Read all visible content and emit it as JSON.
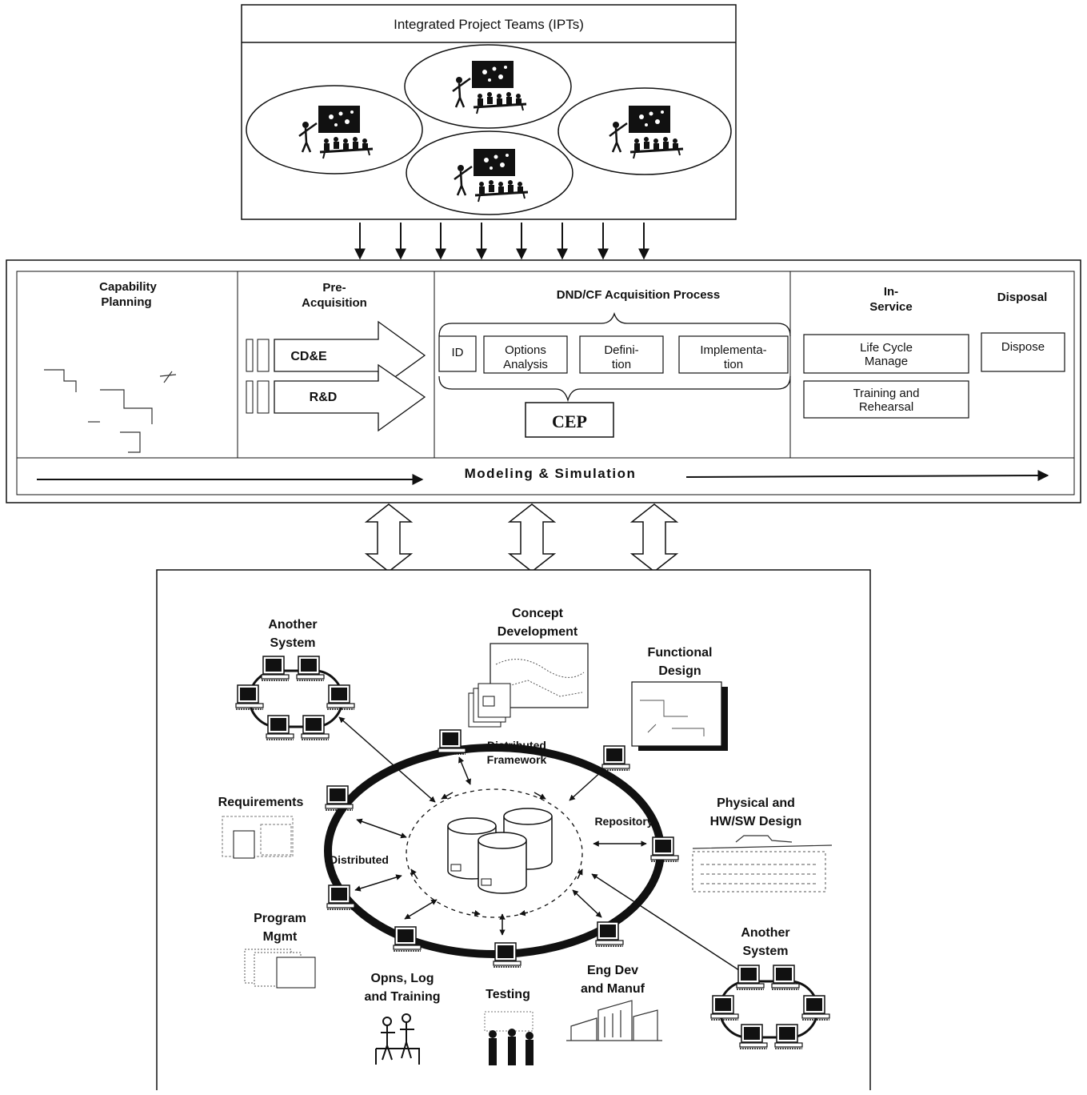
{
  "ipt_panel": {
    "title": "Integrated Project Teams (IPTs)",
    "team_icon": "team-meeting-icon"
  },
  "lifecycle": {
    "capability_planning": {
      "line1": "Capability",
      "line2": "Planning"
    },
    "pre_acquisition": {
      "line1": "Pre-",
      "line2": "Acquisition",
      "arrows": [
        "CD&E",
        "R&D"
      ]
    },
    "acquisition": {
      "title": "DND/CF Acquisition Process",
      "steps": [
        {
          "line1": "ID",
          "line2": ""
        },
        {
          "line1": "Options",
          "line2": "Analysis"
        },
        {
          "line1": "Defini-",
          "line2": "tion"
        },
        {
          "line1": "Implementa-",
          "line2": "tion"
        }
      ],
      "cep": "CEP"
    },
    "in_service": {
      "line1": "In-",
      "line2": "Service",
      "boxes": [
        {
          "line1": "Life Cycle",
          "line2": "Manage"
        },
        {
          "line1": "Training and",
          "line2": "Rehearsal"
        }
      ]
    },
    "disposal": {
      "title": "Disposal",
      "box": "Dispose"
    },
    "modeling_bar": "Modeling & Simulation"
  },
  "network": {
    "another_system_top": {
      "line1": "Another",
      "line2": "System"
    },
    "another_system_bottom": {
      "line1": "Another",
      "line2": "System"
    },
    "concept_development": {
      "line1": "Concept",
      "line2": "Development"
    },
    "functional_design": {
      "line1": "Functional",
      "line2": "Design"
    },
    "distributed_framework": {
      "line1": "Distributed",
      "line2": "Framework"
    },
    "requirements": "Requirements",
    "repository": "Repository",
    "distributed": "Distributed",
    "physical_design": {
      "line1": "Physical and",
      "line2": "HW/SW Design"
    },
    "program_mgmt": {
      "line1": "Program",
      "line2": "Mgmt"
    },
    "opns": {
      "line1": "Opns, Log",
      "line2": "and Training"
    },
    "testing": "Testing",
    "eng_dev": {
      "line1": "Eng Dev",
      "line2": "and Manuf"
    },
    "workstation_icon": "computer-workstation-icon",
    "database_icon": "database-cylinder-icon"
  }
}
